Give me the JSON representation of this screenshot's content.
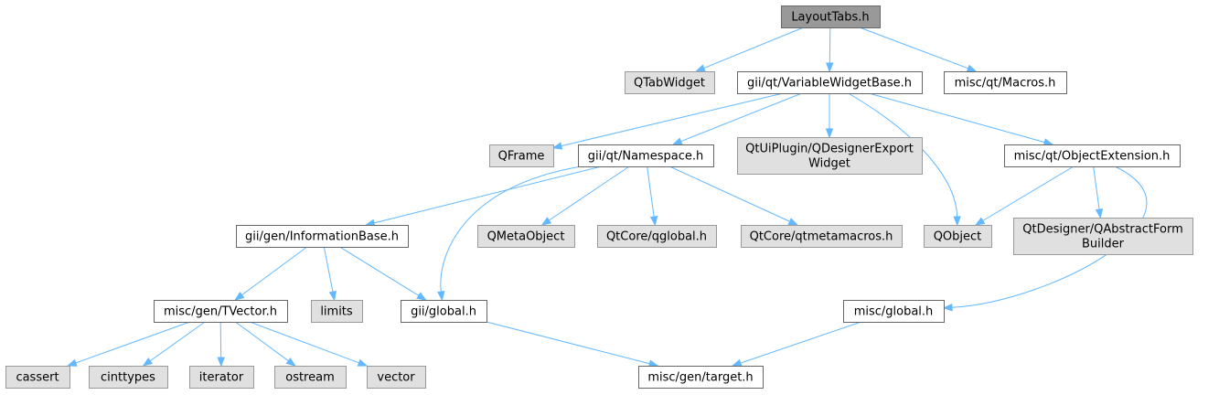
{
  "colors": {
    "root_fill": "#999999",
    "root_stroke": "#666666",
    "documented_fill": "#ffffff",
    "documented_stroke": "#666666",
    "external_fill": "#e0e0e0",
    "external_stroke": "#999999",
    "edge": "#63b8ff"
  },
  "nodes": [
    {
      "id": "layouttabs",
      "kind": "root",
      "lines": [
        "LayoutTabs.h"
      ]
    },
    {
      "id": "qtabwidget",
      "kind": "external",
      "lines": [
        "QTabWidget"
      ]
    },
    {
      "id": "variablewidgetbase",
      "kind": "documented",
      "lines": [
        "gii/qt/VariableWidgetBase.h"
      ]
    },
    {
      "id": "macros",
      "kind": "documented",
      "lines": [
        "misc/qt/Macros.h"
      ]
    },
    {
      "id": "qframe",
      "kind": "external",
      "lines": [
        "QFrame"
      ]
    },
    {
      "id": "namespace",
      "kind": "documented",
      "lines": [
        "gii/qt/Namespace.h"
      ]
    },
    {
      "id": "qdesignerexport",
      "kind": "external",
      "lines": [
        "QtUiPlugin/QDesignerExport",
        "Widget"
      ]
    },
    {
      "id": "objectextension",
      "kind": "documented",
      "lines": [
        "misc/qt/ObjectExtension.h"
      ]
    },
    {
      "id": "informationbase",
      "kind": "documented",
      "lines": [
        "gii/gen/InformationBase.h"
      ]
    },
    {
      "id": "qmetaobject",
      "kind": "external",
      "lines": [
        "QMetaObject"
      ]
    },
    {
      "id": "qglobal",
      "kind": "external",
      "lines": [
        "QtCore/qglobal.h"
      ]
    },
    {
      "id": "qtmetamacros",
      "kind": "external",
      "lines": [
        "QtCore/qtmetamacros.h"
      ]
    },
    {
      "id": "qobject",
      "kind": "external",
      "lines": [
        "QObject"
      ]
    },
    {
      "id": "qabstractformbuilder",
      "kind": "external",
      "lines": [
        "QtDesigner/QAbstractForm",
        "Builder"
      ]
    },
    {
      "id": "tvector",
      "kind": "documented",
      "lines": [
        "misc/gen/TVector.h"
      ]
    },
    {
      "id": "limits",
      "kind": "external",
      "lines": [
        "limits"
      ]
    },
    {
      "id": "giiglobal",
      "kind": "documented",
      "lines": [
        "gii/global.h"
      ]
    },
    {
      "id": "miscglobal",
      "kind": "documented",
      "lines": [
        "misc/global.h"
      ]
    },
    {
      "id": "cassert",
      "kind": "external",
      "lines": [
        "cassert"
      ]
    },
    {
      "id": "cinttypes",
      "kind": "external",
      "lines": [
        "cinttypes"
      ]
    },
    {
      "id": "iterator",
      "kind": "external",
      "lines": [
        "iterator"
      ]
    },
    {
      "id": "ostream",
      "kind": "external",
      "lines": [
        "ostream"
      ]
    },
    {
      "id": "vector",
      "kind": "external",
      "lines": [
        "vector"
      ]
    },
    {
      "id": "target",
      "kind": "documented",
      "lines": [
        "misc/gen/target.h"
      ]
    }
  ],
  "edges": [
    {
      "from": "layouttabs",
      "to": "qtabwidget"
    },
    {
      "from": "layouttabs",
      "to": "variablewidgetbase"
    },
    {
      "from": "layouttabs",
      "to": "macros"
    },
    {
      "from": "variablewidgetbase",
      "to": "qframe"
    },
    {
      "from": "variablewidgetbase",
      "to": "namespace"
    },
    {
      "from": "variablewidgetbase",
      "to": "qdesignerexport"
    },
    {
      "from": "variablewidgetbase",
      "to": "qobject"
    },
    {
      "from": "variablewidgetbase",
      "to": "objectextension"
    },
    {
      "from": "namespace",
      "to": "informationbase"
    },
    {
      "from": "namespace",
      "to": "giiglobal"
    },
    {
      "from": "namespace",
      "to": "qmetaobject"
    },
    {
      "from": "namespace",
      "to": "qglobal"
    },
    {
      "from": "namespace",
      "to": "qtmetamacros"
    },
    {
      "from": "objectextension",
      "to": "qobject"
    },
    {
      "from": "objectextension",
      "to": "qabstractformbuilder"
    },
    {
      "from": "objectextension",
      "to": "miscglobal"
    },
    {
      "from": "informationbase",
      "to": "tvector"
    },
    {
      "from": "informationbase",
      "to": "limits"
    },
    {
      "from": "informationbase",
      "to": "giiglobal"
    },
    {
      "from": "tvector",
      "to": "cassert"
    },
    {
      "from": "tvector",
      "to": "cinttypes"
    },
    {
      "from": "tvector",
      "to": "iterator"
    },
    {
      "from": "tvector",
      "to": "ostream"
    },
    {
      "from": "tvector",
      "to": "vector"
    },
    {
      "from": "giiglobal",
      "to": "target"
    },
    {
      "from": "miscglobal",
      "to": "target"
    }
  ]
}
